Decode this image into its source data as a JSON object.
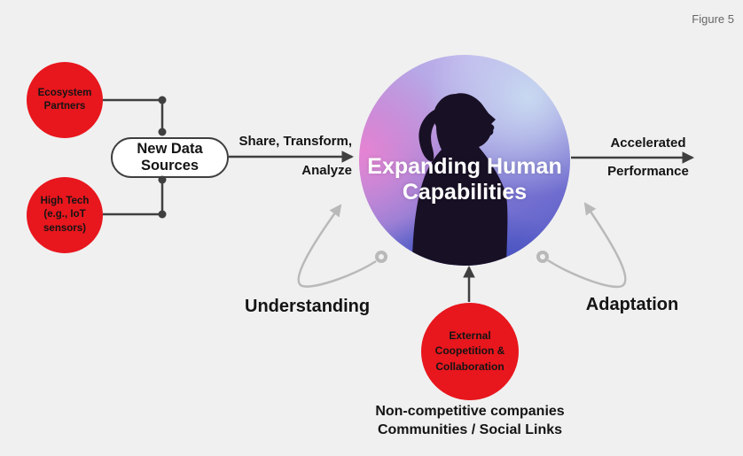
{
  "figure_label": "Figure 5",
  "nodes": {
    "ecosystem_partners": {
      "lines": [
        "Ecosystem",
        "Partners"
      ]
    },
    "high_tech": {
      "lines": [
        "High Tech",
        "(e.g., IoT",
        "sensors)"
      ]
    },
    "new_data_sources": {
      "lines": [
        "New Data",
        "Sources"
      ]
    },
    "center": {
      "lines": [
        "Expanding Human",
        "Capabilities"
      ],
      "image": "silhouette-of-woman-looking-up-on-purple-blue-gradient"
    },
    "external_coopetition": {
      "lines": [
        "External",
        "Coopetition &",
        "Collaboration"
      ]
    }
  },
  "labels": {
    "share_transform_line1": "Share, Transform,",
    "share_transform_line2": "Analyze",
    "accelerated_line1": "Accelerated",
    "accelerated_line2": "Performance",
    "understanding": "Understanding",
    "adaptation": "Adaptation",
    "caption_line1": "Non-competitive companies",
    "caption_line2": "Communities / Social Links"
  },
  "colors": {
    "background": "#f0f0f0",
    "node_red": "#e8161d",
    "connector_dark": "#3f3f3f",
    "loop_gray": "#b9b9b9",
    "center_text_white": "#ffffff",
    "figure_label_gray": "#666666"
  }
}
